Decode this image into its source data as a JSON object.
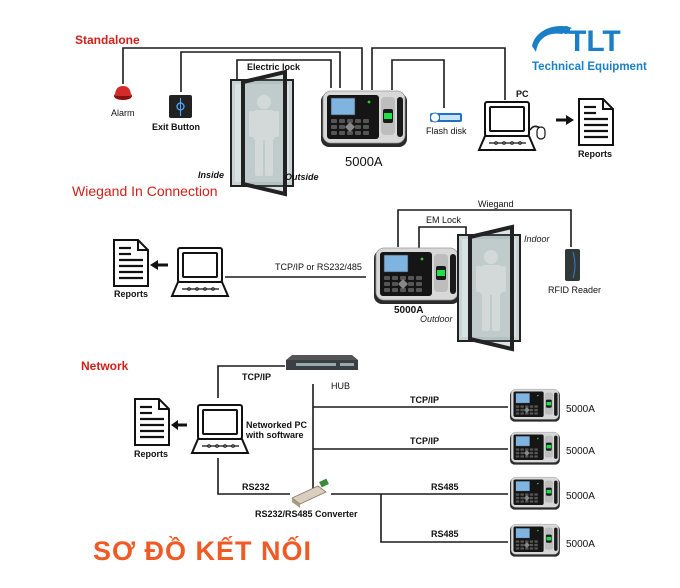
{
  "logo": {
    "brand": "TLT",
    "tagline": "Technical Equipment",
    "color": "#1a7fc8"
  },
  "sections": {
    "standalone": {
      "title": "Standalone",
      "alarm": "Alarm",
      "exit_button": "Exit Button",
      "electric_lock": "Electric lock",
      "inside": "Inside",
      "outside": "Outside",
      "device": "5000A",
      "flash_disk": "Flash disk",
      "pc": "PC",
      "reports": "Reports"
    },
    "wiegand": {
      "title": "Wiegand In Connection",
      "reports": "Reports",
      "link": "TCP/IP or RS232/485",
      "wiegand": "Wiegand",
      "em_lock": "EM Lock",
      "indoor": "Indoor",
      "outdoor": "Outdoor",
      "device": "5000A",
      "rfid_reader": "RFID Reader"
    },
    "network": {
      "title": "Network",
      "tcpip_pc": "TCP/IP",
      "hub": "HUB",
      "reports": "Reports",
      "pc_line1": "Networked PC",
      "pc_line2": "with software",
      "rs232": "RS232",
      "converter": "RS232/RS485 Converter",
      "links": [
        {
          "protocol": "TCP/IP",
          "device": "5000A"
        },
        {
          "protocol": "TCP/IP",
          "device": "5000A"
        },
        {
          "protocol": "RS485",
          "device": "5000A"
        },
        {
          "protocol": "RS485",
          "device": "5000A"
        }
      ]
    }
  },
  "footer_title": "SƠ ĐỒ KẾT NỐI",
  "colors": {
    "section_title": "#d0201a",
    "footer_title": "#f05a24",
    "brand_blue": "#1a7fc8"
  }
}
